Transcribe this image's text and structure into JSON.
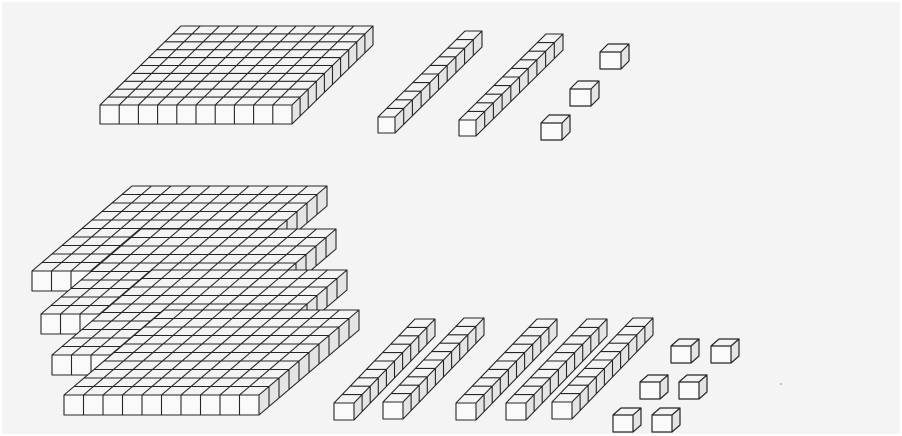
{
  "figure": {
    "kind": "base-ten blocks (scanned drawing)",
    "printed_text": "",
    "groups": [
      {
        "name": "top-row",
        "hundreds": 1,
        "tens": 2,
        "ones": 3
      },
      {
        "name": "bottom-row",
        "hundreds": 4,
        "tens": 5,
        "ones": 6
      }
    ]
  },
  "colors": {
    "paper": "#f4f4f4",
    "background": "#ffffff",
    "ink": "#262626"
  }
}
